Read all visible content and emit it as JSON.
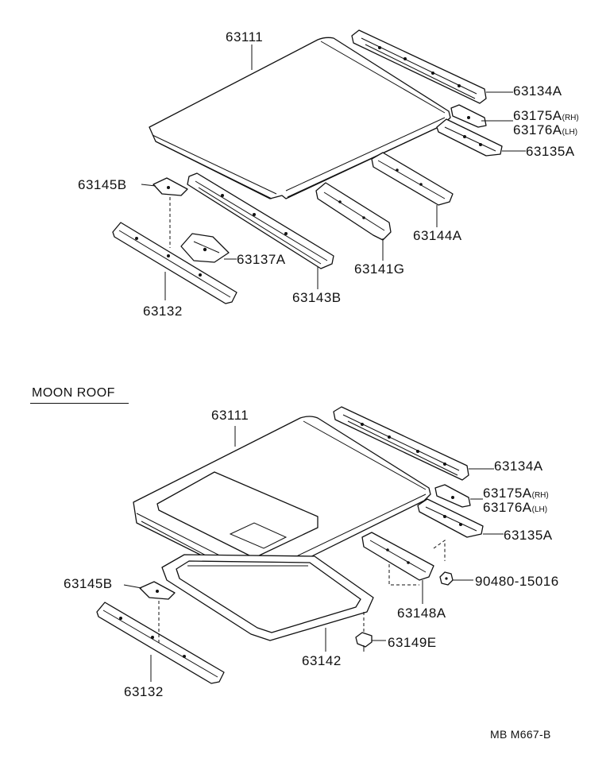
{
  "top_diagram": {
    "callouts": {
      "roof_panel": "63111",
      "front_header_rail": "63134A",
      "bracket_rh": "63175A",
      "bracket_rh_side": "(RH)",
      "bracket_lh": "63176A",
      "bracket_lh_side": "(LH)",
      "rear_rail": "63135A",
      "roof_bow_right": "63144A",
      "roof_bow_center": "63141G",
      "roof_bow_left": "63143B",
      "gusset": "63145B",
      "reinforcement": "63137A",
      "rear_header": "63132"
    }
  },
  "moon_roof_section": {
    "title": "MOON ROOF",
    "callouts": {
      "roof_panel": "63111",
      "front_header_rail": "63134A",
      "bracket_rh": "63175A",
      "bracket_rh_side": "(RH)",
      "bracket_lh": "63176A",
      "bracket_lh_side": "(LH)",
      "rear_rail": "63135A",
      "nut": "90480-15016",
      "reinforcement": "63148A",
      "gusset": "63145B",
      "clip": "63149E",
      "opening_frame": "63142",
      "rear_header": "63132"
    }
  },
  "reference_code": "MB M667-B"
}
